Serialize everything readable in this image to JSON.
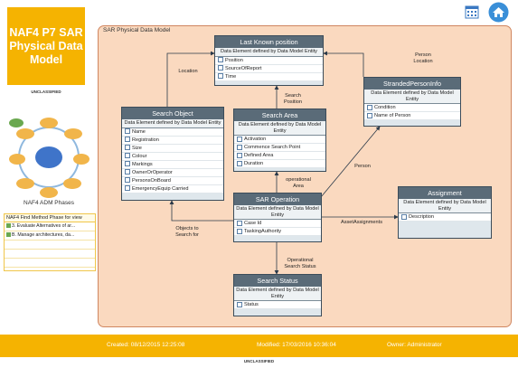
{
  "title": "NAF4 P7 SAR Physical Data Model",
  "classification": "UNCLASSIFIED",
  "phases_label": "NAF4 ADM Phases",
  "find_method": {
    "title": "NAF4 Find Method Phase for view",
    "items": [
      "3. Evaluate Alternatives of ar...",
      "B. Manage architectures, da..."
    ]
  },
  "diagram": {
    "title": "SAR Physical Data Model",
    "desc": "Data Element defined by Data Model Entity",
    "entities": {
      "last_known": {
        "name": "Last Known position",
        "attrs": [
          "Position",
          "SourceOfReport",
          "Time"
        ]
      },
      "search_object": {
        "name": "Search Object",
        "attrs": [
          "Name",
          "Registration",
          "Size",
          "Colour",
          "Markings",
          "OwnerOrOperator",
          "PersonsOnBoard",
          "EmergencyEquip Carried"
        ]
      },
      "search_area": {
        "name": "Search Area",
        "attrs": [
          "Activation",
          "Commence Search Point",
          "Defined Area",
          "Duration"
        ]
      },
      "stranded": {
        "name": "StrandedPersonInfo",
        "attrs": [
          "Condition",
          "Name of Person"
        ]
      },
      "sar_operation": {
        "name": "SAR Operation",
        "attrs": [
          "Case Id",
          "TaskingAuthority"
        ]
      },
      "assignment": {
        "name": "Assignment",
        "attrs": [
          "Description"
        ]
      },
      "search_status": {
        "name": "Search Status",
        "attrs": [
          "Status"
        ]
      }
    },
    "labels": {
      "location": "Location",
      "person_location": "Person Location",
      "search_position": "Search Position",
      "operational_area": "operational Area",
      "person": "Person",
      "asset_assignments": "AssetAssignments",
      "objects_to_search_for": "Objects to Search for",
      "operational_search_status": "Operational Search Status"
    }
  },
  "footer": {
    "created": "Created:  08/12/2015 12:25:08",
    "modified": "Modified:  17/03/2016 10:36:04",
    "owner": "Owner:  Administrator"
  },
  "colors": {
    "accent": "#f5b301",
    "panel": "#fad9bf",
    "header": "#5a6b78"
  }
}
